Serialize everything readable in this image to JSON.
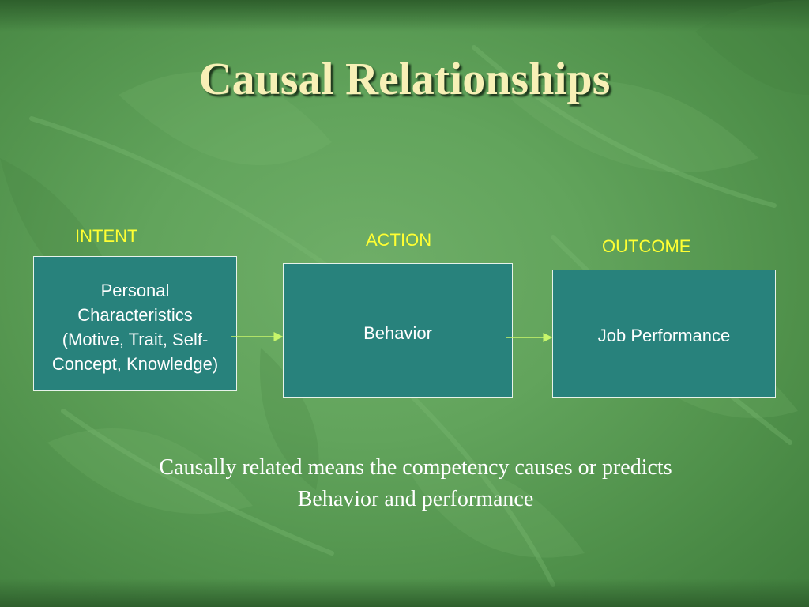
{
  "slide": {
    "title": "Causal Relationships",
    "labels": {
      "intent": "INTENT",
      "action": "ACTION",
      "outcome": "OUTCOME"
    },
    "boxes": {
      "personal": {
        "lines": [
          "Personal",
          "Characteristics",
          "(Motive, Trait, Self-",
          "Concept, Knowledge)"
        ]
      },
      "behavior": {
        "text": "Behavior"
      },
      "job": {
        "text": "Job Performance"
      }
    },
    "caption": {
      "line1": "Causally related means the competency causes or predicts",
      "line2": "Behavior and performance"
    }
  },
  "colors": {
    "background": "#62a45c",
    "title": "#f7f0b6",
    "label": "#ffff33",
    "box": "#28827c",
    "arrow": "#c8f56a"
  }
}
